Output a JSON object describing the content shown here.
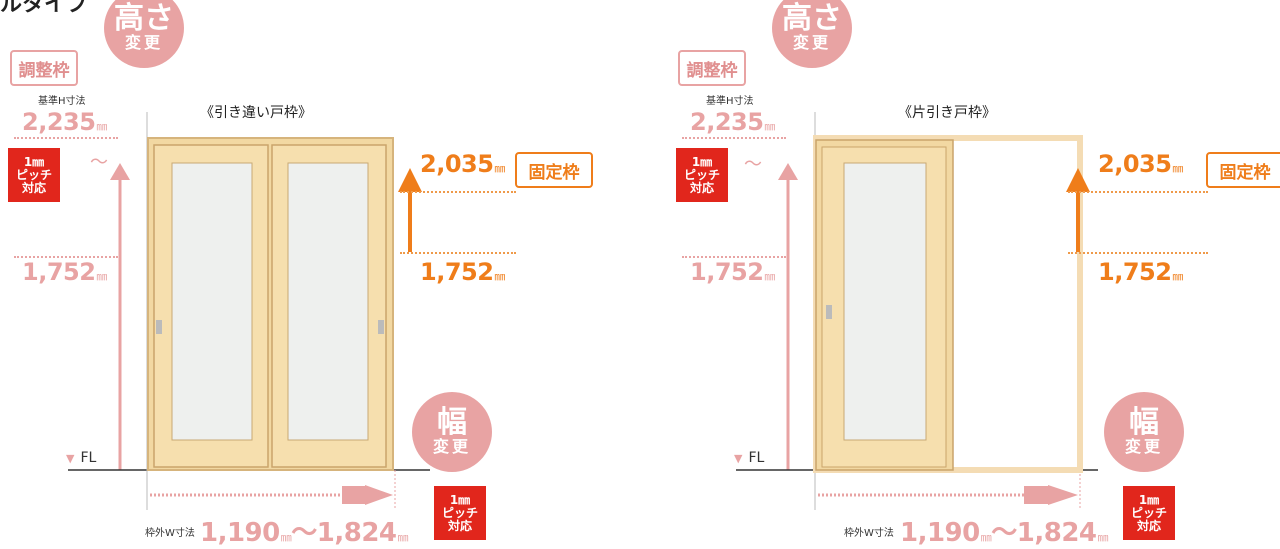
{
  "heading_fragment": "ルタイプ",
  "badges": {
    "height_change": {
      "big": "高さ",
      "small": "変更"
    },
    "width_change": {
      "big": "幅",
      "small": "変更"
    },
    "adjust_frame": "調整枠",
    "fixed_frame": "固定枠",
    "pitch": {
      "line1": "1㎜",
      "line2": "ピッチ",
      "line3": "対応"
    }
  },
  "labels": {
    "std_height": "基準H寸法",
    "frame_width": "枠外W寸法",
    "floor": "FL",
    "tilde": "〜"
  },
  "panels": [
    {
      "title": "《引き違い戸枠》",
      "adjust_max": "2,235",
      "adjust_min": "1,752",
      "fixed_max": "2,035",
      "fixed_min": "1,752",
      "width_min": "1,190",
      "width_max": "1,824",
      "unit": "㎜"
    },
    {
      "title": "《片引き戸枠》",
      "adjust_max": "2,235",
      "adjust_min": "1,752",
      "fixed_max": "2,035",
      "fixed_min": "1,752",
      "width_min": "1,190",
      "width_max": "1,824",
      "unit": "㎜"
    }
  ],
  "colors": {
    "pink": "#e8a3a3",
    "orange": "#ef7d1a",
    "red": "#e1261c",
    "wood": "#f2d9a6"
  }
}
